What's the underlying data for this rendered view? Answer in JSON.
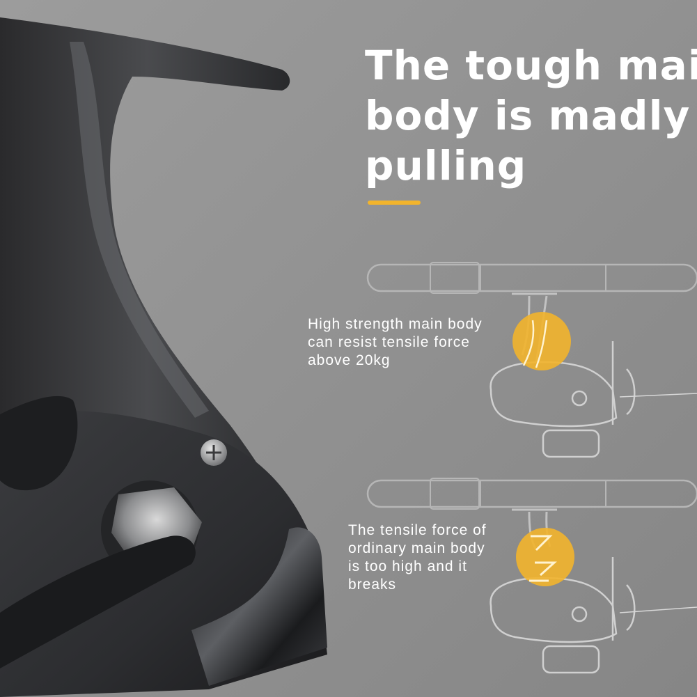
{
  "headline": {
    "lines": [
      "The tough main",
      "body is madly",
      "pulling"
    ]
  },
  "captions": {
    "strong_body": [
      "High strength main body",
      "can resist tensile force",
      "above 20kg"
    ],
    "ordinary_body": [
      "The tensile force of",
      "ordinary main body",
      "is too high and it",
      "breaks"
    ]
  },
  "colors": {
    "background": "#8f8f8f",
    "accent": "#f2b42c",
    "text": "#ffffff"
  }
}
